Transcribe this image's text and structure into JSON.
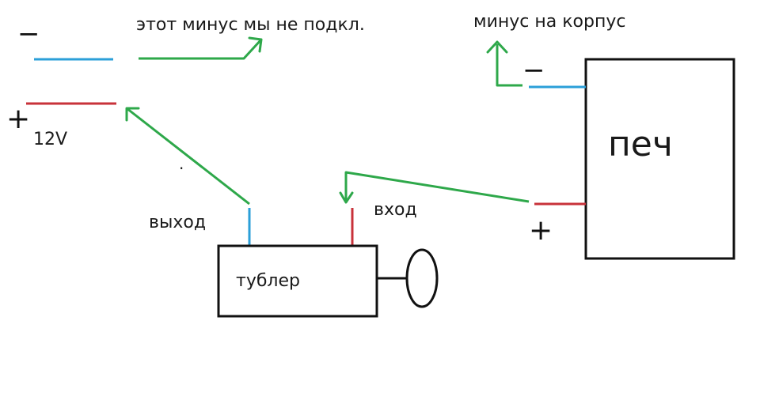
{
  "labels": {
    "unused_minus_note": "этот минус мы не подкл.",
    "minus_to_chassis": "минус на корпус",
    "minus_sign_left": "−",
    "plus_sign_left": "+",
    "voltage": "12V",
    "output": "выход",
    "input": "вход",
    "toggle": "тублер",
    "heater": "печ",
    "minus_sign_heater": "−",
    "plus_sign_heater": "+",
    "dot": "."
  },
  "colors": {
    "negative_wire": "#2b9fd8",
    "positive_wire": "#c8323a",
    "arrow": "#2ea84a",
    "outline": "#111111"
  }
}
